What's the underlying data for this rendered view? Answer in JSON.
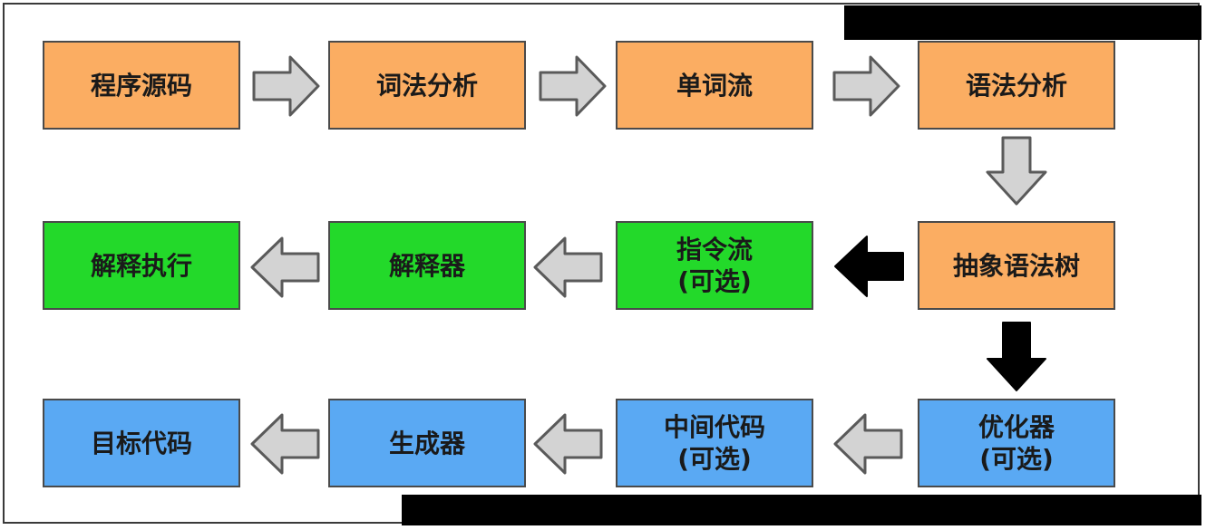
{
  "colors": {
    "orange": "#fbad62",
    "green": "#23d92a",
    "blue": "#5aa9f3",
    "arrow_gray": "#d3d3d3",
    "arrow_black": "#000000"
  },
  "nodes": {
    "source_code": {
      "label": "程序源码"
    },
    "lexical_analysis": {
      "label": "词法分析"
    },
    "token_stream": {
      "label": "单词流"
    },
    "syntax_analysis": {
      "label": "语法分析"
    },
    "ast": {
      "label": "抽象语法树"
    },
    "instruction_stream": {
      "label": "指令流",
      "note": "(可选)"
    },
    "interpreter": {
      "label": "解释器"
    },
    "interpret_execute": {
      "label": "解释执行"
    },
    "optimizer": {
      "label": "优化器",
      "note": "(可选)"
    },
    "intermediate_code": {
      "label": "中间代码",
      "note": "(可选)"
    },
    "generator": {
      "label": "生成器"
    },
    "target_code": {
      "label": "目标代码"
    }
  }
}
